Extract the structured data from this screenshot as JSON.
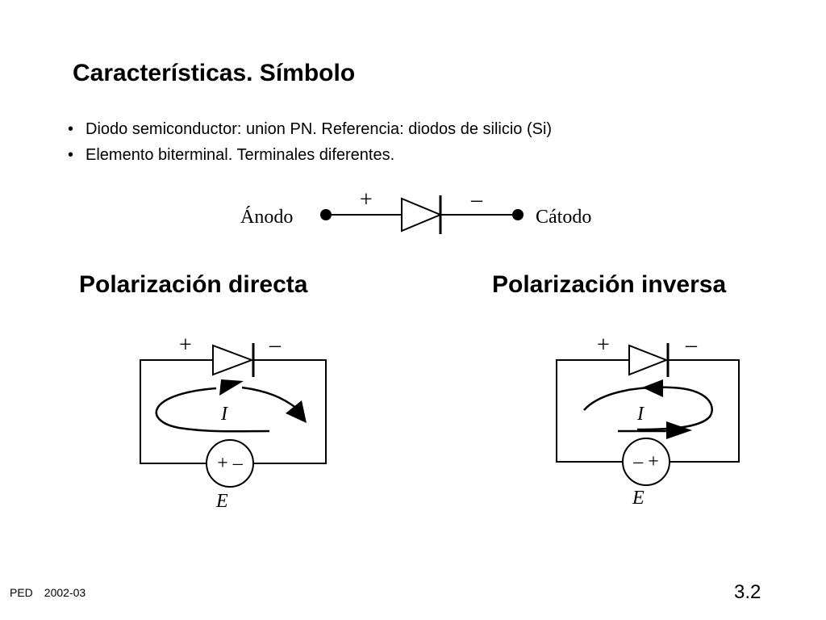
{
  "slide": {
    "title": "Características. Símbolo",
    "bullets": [
      "Diodo semiconductor: union PN. Referencia: diodos de silicio (Si)",
      "Elemento biterminal. Terminales diferentes."
    ],
    "bullet_marker": "•"
  },
  "symbol": {
    "anode_label": "Ánodo",
    "cathode_label": "Cátodo",
    "plus": "+",
    "minus": "–"
  },
  "forward": {
    "title": "Polarización directa",
    "plus": "+",
    "minus": "–",
    "current_label": "I",
    "source_signs": "+ –",
    "source_label": "E"
  },
  "reverse": {
    "title": "Polarización inversa",
    "plus": "+",
    "minus": "–",
    "current_label": "I",
    "source_signs": "– +",
    "source_label": "E"
  },
  "footer": {
    "course": "PED",
    "year": "2002-03",
    "page": "3.2"
  }
}
